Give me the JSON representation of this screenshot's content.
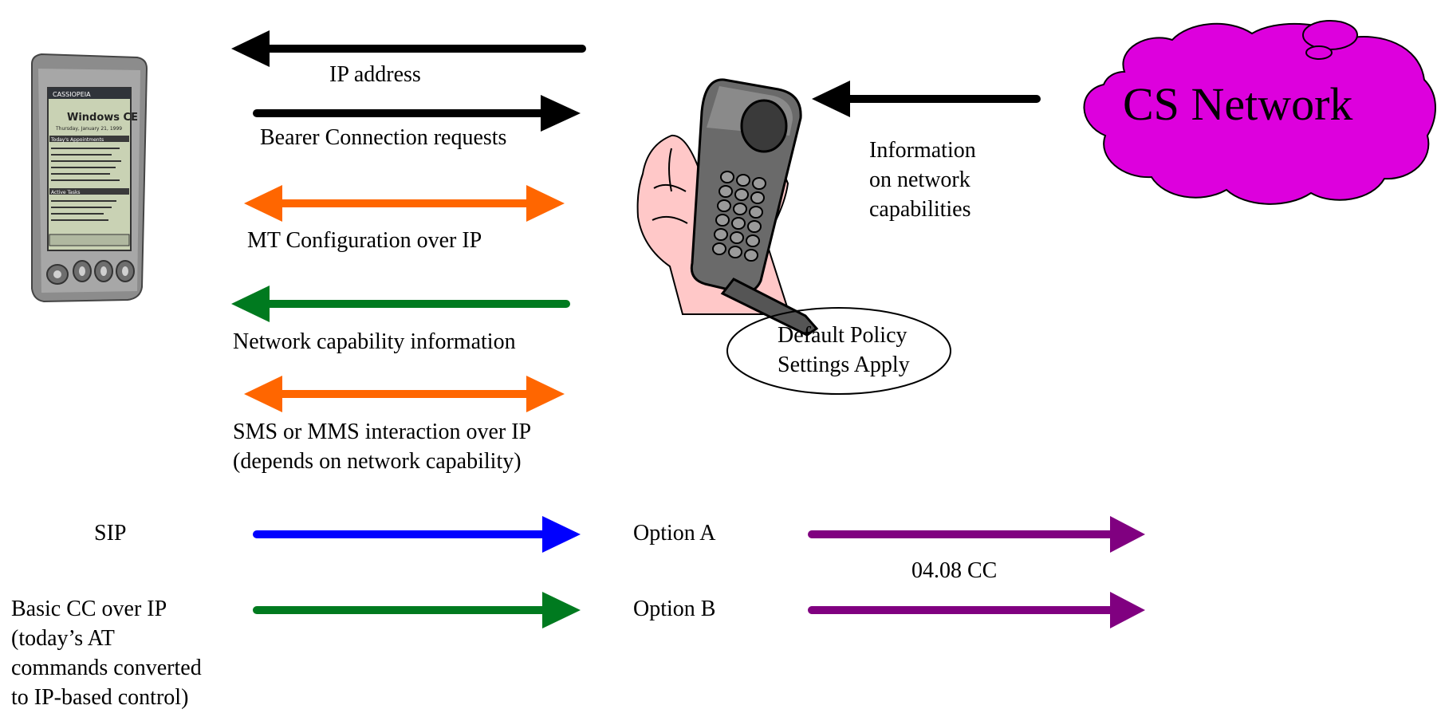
{
  "labels": {
    "ip_address": "IP address",
    "bearer_requests": "Bearer Connection requests",
    "mt_config": "MT Configuration over IP",
    "net_cap_info": "Network capability information",
    "sms_mms_line1": "SMS or MMS interaction over IP",
    "sms_mms_line2": "(depends on network capability)",
    "sip": "SIP",
    "basic_cc_line1": "Basic CC over IP",
    "basic_cc_line2": "(today’s AT",
    "basic_cc_line3": "commands converted",
    "basic_cc_line4": "to IP-based control)",
    "option_a": "Option A",
    "option_b": "Option B",
    "cc_0408": "04.08 CC",
    "info_line1": "Information",
    "info_line2": "on network",
    "info_line3": "capabilities",
    "policy_line1": "Default Policy",
    "policy_line2": "Settings Apply",
    "cs_network": "CS Network"
  },
  "pda_screen": {
    "brand": "CASSIOPEIA",
    "os": "Windows CE",
    "date": "Thursday, January 21, 1999",
    "appointments_title": "Today's Appointments",
    "tasks_title": "Active Tasks"
  },
  "colors": {
    "black": "#000000",
    "orange": "#ff6600",
    "green": "#007a1f",
    "blue": "#0000ff",
    "purple": "#800080",
    "cloud": "#dd00dd"
  },
  "icons": [
    "pda-device-icon",
    "mobile-phone-in-hand-icon",
    "cs-network-cloud-icon"
  ]
}
